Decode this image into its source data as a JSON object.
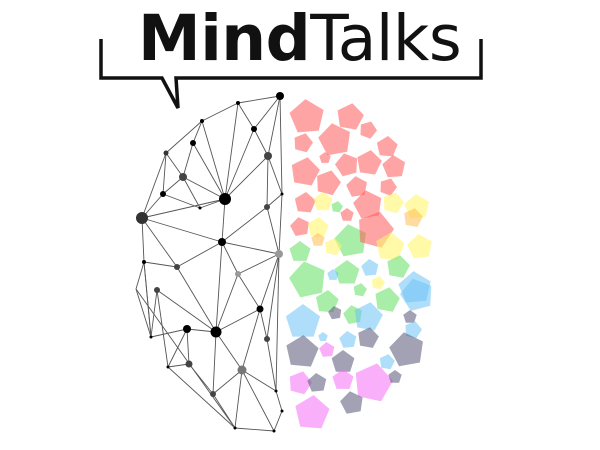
{
  "logo": {
    "title_bold": "Mind",
    "title_regular": "Talks",
    "text_color": "#111111"
  },
  "colors": {
    "red": "rgba(255,90,90,0.55)",
    "yellow": "rgba(255,245,110,0.6)",
    "orange": "rgba(255,190,80,0.55)",
    "green": "rgba(110,225,110,0.6)",
    "blue": "rgba(110,195,245,0.55)",
    "gray": "rgba(100,100,130,0.6)",
    "pink": "rgba(245,110,245,0.55)",
    "line": "#555555"
  },
  "network": {
    "nodes": [
      [
        280,
        96,
        4,
        "#000"
      ],
      [
        238,
        103,
        2,
        "#000"
      ],
      [
        202,
        121,
        2,
        "#000"
      ],
      [
        254,
        129,
        3,
        "#000"
      ],
      [
        193,
        143,
        3,
        "#000"
      ],
      [
        166,
        153,
        2.5,
        "#333"
      ],
      [
        268,
        156,
        4,
        "#444"
      ],
      [
        183,
        177,
        4,
        "#444"
      ],
      [
        163,
        194,
        3,
        "#000"
      ],
      [
        225,
        199,
        6,
        "#000"
      ],
      [
        282,
        194,
        1.5,
        "#000"
      ],
      [
        200,
        208,
        1.5,
        "#000"
      ],
      [
        267,
        207,
        3,
        "#444"
      ],
      [
        142,
        218,
        6,
        "#333"
      ],
      [
        222,
        242,
        4,
        "#000"
      ],
      [
        279,
        254,
        4,
        "#999"
      ],
      [
        144,
        262,
        2,
        "#000"
      ],
      [
        177,
        267,
        3,
        "#444"
      ],
      [
        238,
        274,
        3,
        "#999"
      ],
      [
        136,
        289,
        0,
        "#000"
      ],
      [
        157,
        290,
        3,
        "#444"
      ],
      [
        260,
        309,
        3.5,
        "#000"
      ],
      [
        187,
        329,
        4,
        "#000"
      ],
      [
        216,
        332,
        5.5,
        "#000"
      ],
      [
        151,
        337,
        1.5,
        "#000"
      ],
      [
        267,
        339,
        3,
        "#444"
      ],
      [
        189,
        364,
        3.5,
        "#444"
      ],
      [
        168,
        367,
        1.5,
        "#000"
      ],
      [
        242,
        370,
        4.5,
        "#777"
      ],
      [
        213,
        394,
        3,
        "#444"
      ],
      [
        276,
        391,
        1.5,
        "#000"
      ],
      [
        282,
        411,
        1.5,
        "#000"
      ],
      [
        235,
        428,
        1.5,
        "#000"
      ],
      [
        274,
        431,
        1.5,
        "#000"
      ]
    ],
    "edges": [
      [
        0,
        1
      ],
      [
        1,
        2
      ],
      [
        2,
        5
      ],
      [
        0,
        3
      ],
      [
        0,
        6
      ],
      [
        3,
        6
      ],
      [
        1,
        3
      ],
      [
        1,
        9
      ],
      [
        2,
        4
      ],
      [
        2,
        9
      ],
      [
        4,
        7
      ],
      [
        4,
        9
      ],
      [
        5,
        7
      ],
      [
        5,
        8
      ],
      [
        5,
        13
      ],
      [
        7,
        8
      ],
      [
        7,
        9
      ],
      [
        7,
        11
      ],
      [
        8,
        11
      ],
      [
        11,
        9
      ],
      [
        8,
        13
      ],
      [
        9,
        13
      ],
      [
        9,
        3
      ],
      [
        9,
        6
      ],
      [
        6,
        10
      ],
      [
        6,
        12
      ],
      [
        10,
        12
      ],
      [
        12,
        15
      ],
      [
        9,
        14
      ],
      [
        12,
        14
      ],
      [
        13,
        14
      ],
      [
        13,
        16
      ],
      [
        13,
        17
      ],
      [
        14,
        17
      ],
      [
        14,
        15
      ],
      [
        14,
        18
      ],
      [
        14,
        23
      ],
      [
        15,
        18
      ],
      [
        16,
        17
      ],
      [
        16,
        19
      ],
      [
        16,
        24
      ],
      [
        17,
        23
      ],
      [
        19,
        24
      ],
      [
        19,
        32
      ],
      [
        20,
        24
      ],
      [
        20,
        23
      ],
      [
        20,
        27
      ],
      [
        18,
        21
      ],
      [
        18,
        23
      ],
      [
        15,
        21
      ],
      [
        15,
        25
      ],
      [
        15,
        30
      ],
      [
        21,
        23
      ],
      [
        21,
        25
      ],
      [
        21,
        28
      ],
      [
        22,
        23
      ],
      [
        22,
        24
      ],
      [
        22,
        26
      ],
      [
        22,
        27
      ],
      [
        23,
        29
      ],
      [
        23,
        28
      ],
      [
        26,
        27
      ],
      [
        26,
        29
      ],
      [
        27,
        32
      ],
      [
        28,
        29
      ],
      [
        28,
        30
      ],
      [
        28,
        32
      ],
      [
        28,
        33
      ],
      [
        25,
        30
      ],
      [
        30,
        31
      ],
      [
        31,
        33
      ],
      [
        29,
        32
      ],
      [
        32,
        33
      ],
      [
        0,
        10
      ],
      [
        10,
        15
      ],
      [
        16,
        24
      ]
    ]
  },
  "pentagons": [
    [
      307,
      117,
      18,
      "red",
      -5
    ],
    [
      350,
      117,
      14,
      "red",
      10
    ],
    [
      368,
      130,
      9,
      "red",
      20
    ],
    [
      335,
      140,
      17,
      "red",
      -10
    ],
    [
      303,
      143,
      10,
      "red",
      15
    ],
    [
      387,
      147,
      11,
      "red",
      5
    ],
    [
      325,
      158,
      6,
      "red",
      0
    ],
    [
      305,
      172,
      15,
      "red",
      10
    ],
    [
      347,
      165,
      12,
      "red",
      -15
    ],
    [
      369,
      163,
      13,
      "red",
      8
    ],
    [
      394,
      167,
      12,
      "red",
      -5
    ],
    [
      328,
      183,
      13,
      "red",
      15
    ],
    [
      357,
      187,
      11,
      "red",
      -8
    ],
    [
      388,
      187,
      9,
      "red",
      20
    ],
    [
      305,
      203,
      11,
      "red",
      5
    ],
    [
      368,
      205,
      15,
      "red",
      -10
    ],
    [
      323,
      202,
      10,
      "yellow",
      0
    ],
    [
      337,
      207,
      6,
      "green",
      10
    ],
    [
      347,
      215,
      7,
      "red",
      0
    ],
    [
      393,
      203,
      11,
      "yellow",
      15
    ],
    [
      417,
      207,
      13,
      "yellow",
      -5
    ],
    [
      413,
      218,
      10,
      "orange",
      10
    ],
    [
      300,
      227,
      10,
      "red",
      -10
    ],
    [
      318,
      228,
      11,
      "yellow",
      5
    ],
    [
      318,
      240,
      7,
      "orange",
      0
    ],
    [
      351,
      241,
      17,
      "green",
      -10
    ],
    [
      375,
      230,
      19,
      "red",
      15
    ],
    [
      390,
      247,
      15,
      "yellow",
      5
    ],
    [
      420,
      247,
      13,
      "yellow",
      -8
    ],
    [
      300,
      252,
      11,
      "green",
      0
    ],
    [
      333,
      247,
      9,
      "yellow",
      12
    ],
    [
      370,
      268,
      9,
      "blue",
      -5
    ],
    [
      398,
      267,
      12,
      "green",
      10
    ],
    [
      347,
      273,
      13,
      "green",
      0
    ],
    [
      308,
      280,
      19,
      "green",
      -12
    ],
    [
      333,
      275,
      6,
      "blue",
      0
    ],
    [
      378,
      283,
      7,
      "yellow",
      15
    ],
    [
      415,
      288,
      17,
      "blue",
      -5
    ],
    [
      360,
      290,
      7,
      "green",
      10
    ],
    [
      327,
      302,
      12,
      "green",
      5
    ],
    [
      335,
      313,
      7,
      "gray",
      -10
    ],
    [
      387,
      300,
      13,
      "green",
      10
    ],
    [
      417,
      295,
      17,
      "blue",
      -15
    ],
    [
      303,
      322,
      18,
      "blue",
      0
    ],
    [
      353,
      315,
      10,
      "green",
      -10
    ],
    [
      368,
      317,
      15,
      "blue",
      10
    ],
    [
      410,
      317,
      7,
      "gray",
      0
    ],
    [
      413,
      330,
      9,
      "blue",
      15
    ],
    [
      323,
      337,
      5,
      "blue",
      0
    ],
    [
      348,
      340,
      9,
      "blue",
      -5
    ],
    [
      368,
      338,
      11,
      "gray",
      10
    ],
    [
      302,
      352,
      17,
      "gray",
      5
    ],
    [
      327,
      350,
      8,
      "pink",
      -5
    ],
    [
      407,
      350,
      18,
      "gray",
      -10
    ],
    [
      343,
      362,
      12,
      "gray",
      0
    ],
    [
      387,
      362,
      8,
      "blue",
      10
    ],
    [
      300,
      383,
      12,
      "pink",
      15
    ],
    [
      317,
      383,
      10,
      "gray",
      -5
    ],
    [
      343,
      380,
      11,
      "pink",
      0
    ],
    [
      373,
      383,
      20,
      "pink",
      12
    ],
    [
      395,
      377,
      7,
      "gray",
      0
    ],
    [
      352,
      403,
      12,
      "gray",
      -10
    ],
    [
      312,
      413,
      18,
      "pink",
      5
    ]
  ]
}
